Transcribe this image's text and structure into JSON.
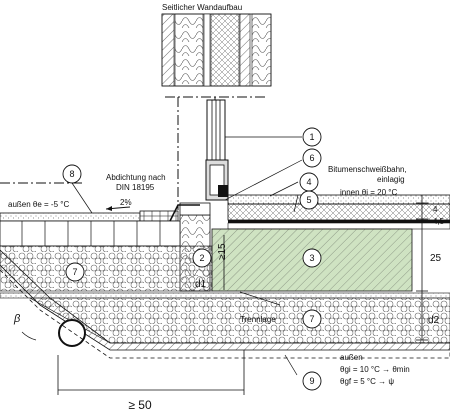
{
  "title": "Seitlicher Wandaufbau",
  "callouts": [
    "1",
    "2",
    "3",
    "4",
    "5",
    "6",
    "7",
    "7",
    "8",
    "9"
  ],
  "labels": {
    "abdichtung": [
      "Abdichtung nach",
      "DIN 18195"
    ],
    "bitumen": [
      "Bitumenschweißbahn,",
      "einlagig"
    ],
    "innen": "innen   θi = 20 °C",
    "aussen_top": "außen   θe = -5 °C",
    "slope": "2%",
    "trennlage": "Trennlage",
    "aussen_bottom": "außen",
    "theta_gi": "θgi  =  10 °C → θmin",
    "theta_gf": "θgf  =   5 °C → ψ",
    "beta": "β"
  },
  "dimensions": {
    "d4": "4",
    "d45": "4,5",
    "d25": "25",
    "d2": "d2",
    "d1": "d1",
    "ge15": "≥15",
    "ge50": "≥ 50"
  },
  "colors": {
    "insulation": "#cfe3c2",
    "line": "#111111"
  }
}
